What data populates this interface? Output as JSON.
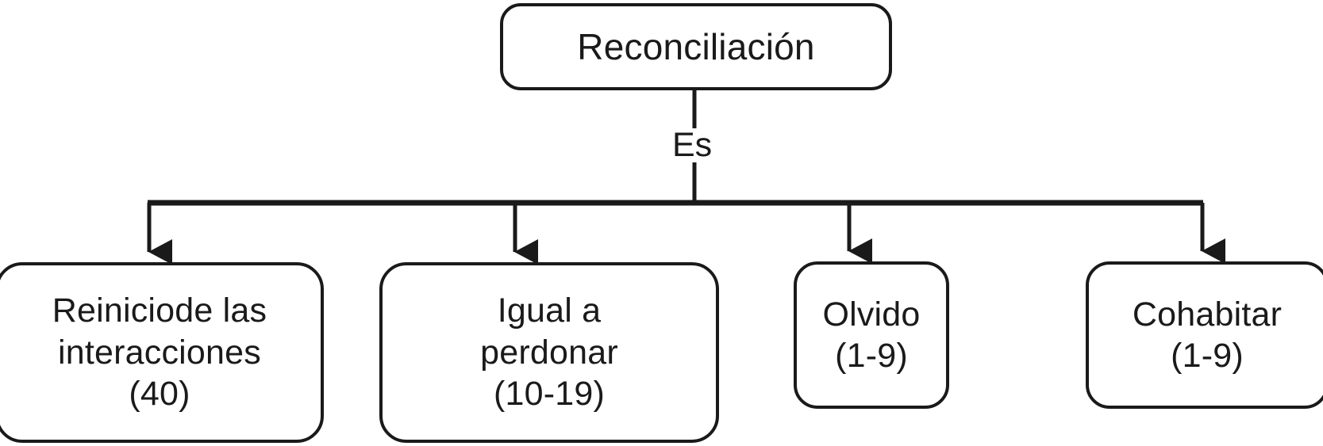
{
  "diagram": {
    "title": "Reconciliación",
    "type": "tree",
    "colors": {
      "stroke": "#1a1a1a",
      "fill": "#ffffff",
      "text": "#1a1a1a"
    },
    "root": {
      "id": "root",
      "label": "Reconciliación"
    },
    "edge_labels": [
      {
        "id": "es",
        "text": "Es",
        "from": "root",
        "to": "all-children"
      }
    ],
    "children": [
      {
        "id": "child-0",
        "label": "Reiniciode las\ninteracciones\n(40)",
        "lines": [
          "Reiniciode las",
          "interacciones",
          "(40)"
        ],
        "range": "(40)"
      },
      {
        "id": "child-1",
        "label": "Igual a\nperdonar\n(10-19)",
        "lines": [
          "Igual a",
          "perdonar",
          "(10-19)"
        ],
        "range": "(10-19)"
      },
      {
        "id": "child-2",
        "label": "Olvido\n(1-9)",
        "lines": [
          "Olvido",
          "(1-9)"
        ],
        "range": "(1-9)"
      },
      {
        "id": "child-3",
        "label": "Cohabitar\n(1-9)",
        "lines": [
          "Cohabitar",
          "(1-9)"
        ],
        "range": "(1-9)"
      }
    ]
  }
}
